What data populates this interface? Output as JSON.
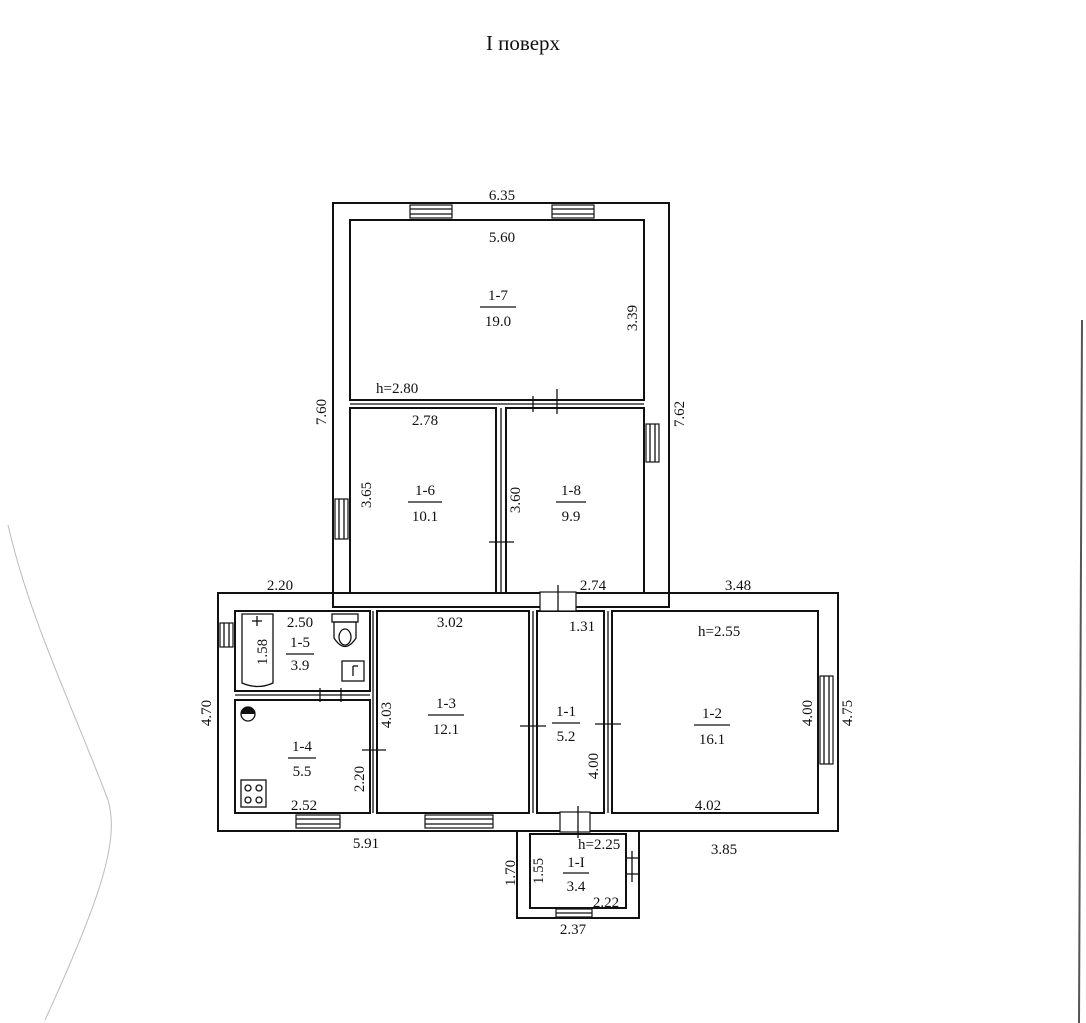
{
  "title": "I поверх",
  "rooms": [
    {
      "id": "1-7",
      "area": "19.0"
    },
    {
      "id": "1-6",
      "area": "10.1"
    },
    {
      "id": "1-8",
      "area": "9.9"
    },
    {
      "id": "1-5",
      "area": "3.9"
    },
    {
      "id": "1-4",
      "area": "5.5"
    },
    {
      "id": "1-3",
      "area": "12.1"
    },
    {
      "id": "1-1",
      "area": "5.2"
    },
    {
      "id": "1-2",
      "area": "16.1"
    },
    {
      "id": "1-I",
      "area": "3.4"
    }
  ],
  "heights": {
    "upper": "h=2.80",
    "right": "h=2.55",
    "porch": "h=2.25"
  },
  "dimensions": {
    "top_outer": "6.35",
    "top_inner": "5.60",
    "room17_right": "3.39",
    "left_outer_upper": "7.60",
    "right_outer_upper": "7.62",
    "room16_top": "2.78",
    "room16_left": "3.65",
    "room18_left": "3.60",
    "left_wing_top": "2.20",
    "upper_bottom": "2.74",
    "right_wing_top": "3.48",
    "room15_top": "2.50",
    "room15_side": "1.58",
    "room13_top": "3.02",
    "room11_top": "1.31",
    "left_outer_lower": "4.70",
    "room13_left": "4.03",
    "room14_right": "2.20",
    "room11_right": "4.00",
    "room12_left": "4.00",
    "right_outer_lower": "4.75",
    "room14_bottom": "2.52",
    "room12_bottom": "4.02",
    "bottom_left": "5.91",
    "bottom_right": "3.85",
    "porch_outer_left": "1.70",
    "porch_inner_left": "1.55",
    "porch_inner_bottom": "2.22",
    "porch_outer_bottom": "2.37"
  }
}
